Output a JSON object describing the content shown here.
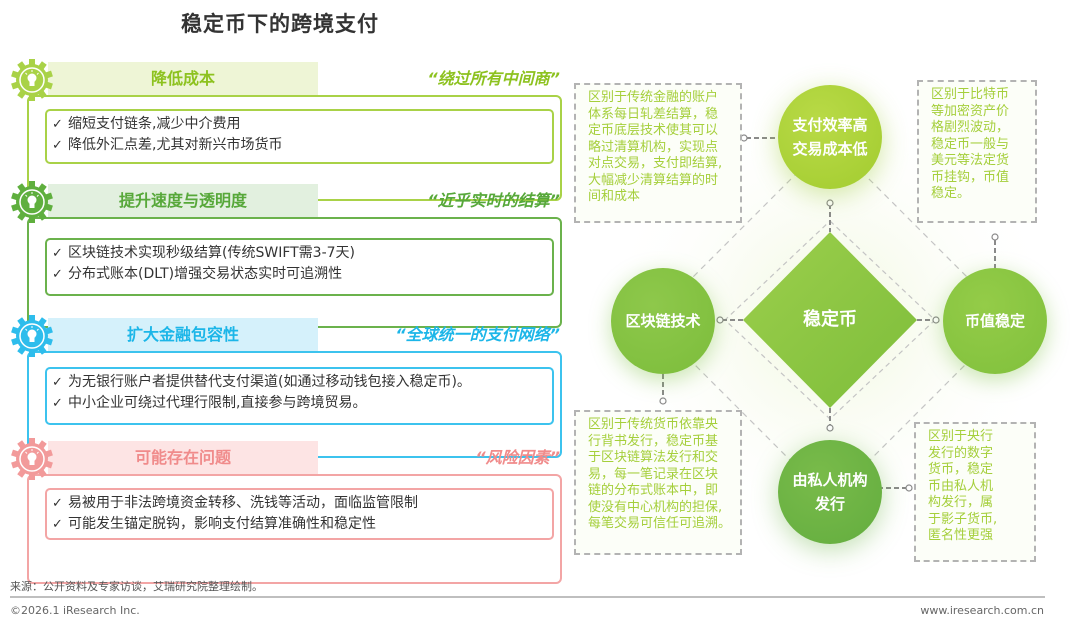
{
  "title": "稳定币下的跨境支付",
  "sections": [
    {
      "heading": "降低成本",
      "quote": "“绕过所有中间商”",
      "icon": "lightbulb-gear-icon",
      "color": "#8dc21f",
      "items": [
        "缩短支付链条,减少中介费用",
        "降低外汇点差,尤其对新兴市场货币"
      ]
    },
    {
      "heading": "提升速度与透明度",
      "quote": "“近乎实时的结算”",
      "icon": "lightbulb-gear-icon",
      "color": "#57a83a",
      "items": [
        "区块链技术实现秒级结算(传统SWIFT需3-7天)",
        "分布式账本(DLT)增强交易状态实时可追溯性"
      ]
    },
    {
      "heading": "扩大金融包容性",
      "quote": "“全球统一的支付网络”",
      "icon": "lightbulb-gear-icon",
      "color": "#1cb6e8",
      "items": [
        "为无银行账户者提供替代支付渠道(如通过移动钱包接入稳定币)。",
        "中小企业可绕过代理行限制,直接参与跨境贸易。"
      ]
    },
    {
      "heading": "可能存在问题",
      "quote": "“风险因素”",
      "icon": "lightbulb-gear-icon",
      "color": "#f08b8b",
      "items": [
        "易被用于非法跨境资金转移、洗钱等活动，面临监管限制",
        "可能发生锚定脱钩，影响支付结算准确性和稳定性"
      ]
    }
  ],
  "check_mark": "✓",
  "diagram": {
    "center": "稳定币",
    "nodes": {
      "top": [
        "支付效率高",
        "交易成本低"
      ],
      "left": [
        "区块链技术"
      ],
      "right": [
        "币值稳定"
      ],
      "bottom": [
        "由私人机构",
        "发行"
      ]
    },
    "descriptions": {
      "top_left": [
        "区别于传统金融的账户",
        "体系每日轧差结算，稳",
        "定币底层技术使其可以",
        "略过清算机构，实现点",
        "对点交易，支付即结算,",
        "大幅减少清算结算的时",
        "间和成本"
      ],
      "top_right": [
        "区别于比特币",
        "等加密资产价",
        "格剧烈波动，",
        "稳定币一般与",
        "美元等法定货",
        "币挂钩，币值",
        "稳定。"
      ],
      "bottom_left": [
        "区别于传统货币依靠央",
        "行背书发行，稳定币基",
        "于区块链算法发行和交",
        "易，每一笔记录在区块",
        "链的分布式账本中，即",
        "使没有中心机构的担保,",
        "每笔交易可信任可追溯。"
      ],
      "bottom_right": [
        "区别于央行",
        "发行的数字",
        "货币，稳定",
        "币由私人机",
        "构发行，属",
        "于影子货币,",
        "匿名性更强"
      ]
    },
    "colors": {
      "primary": "#8dc21f",
      "desc_text": "#a5cf3b",
      "connector": "#9a9a9a"
    }
  },
  "footer": {
    "source": "来源：公开资料及专家访谈，艾瑞研究院整理绘制。",
    "copyright": "©2026.1 iResearch Inc.",
    "website": "www.iresearch.com.cn"
  }
}
